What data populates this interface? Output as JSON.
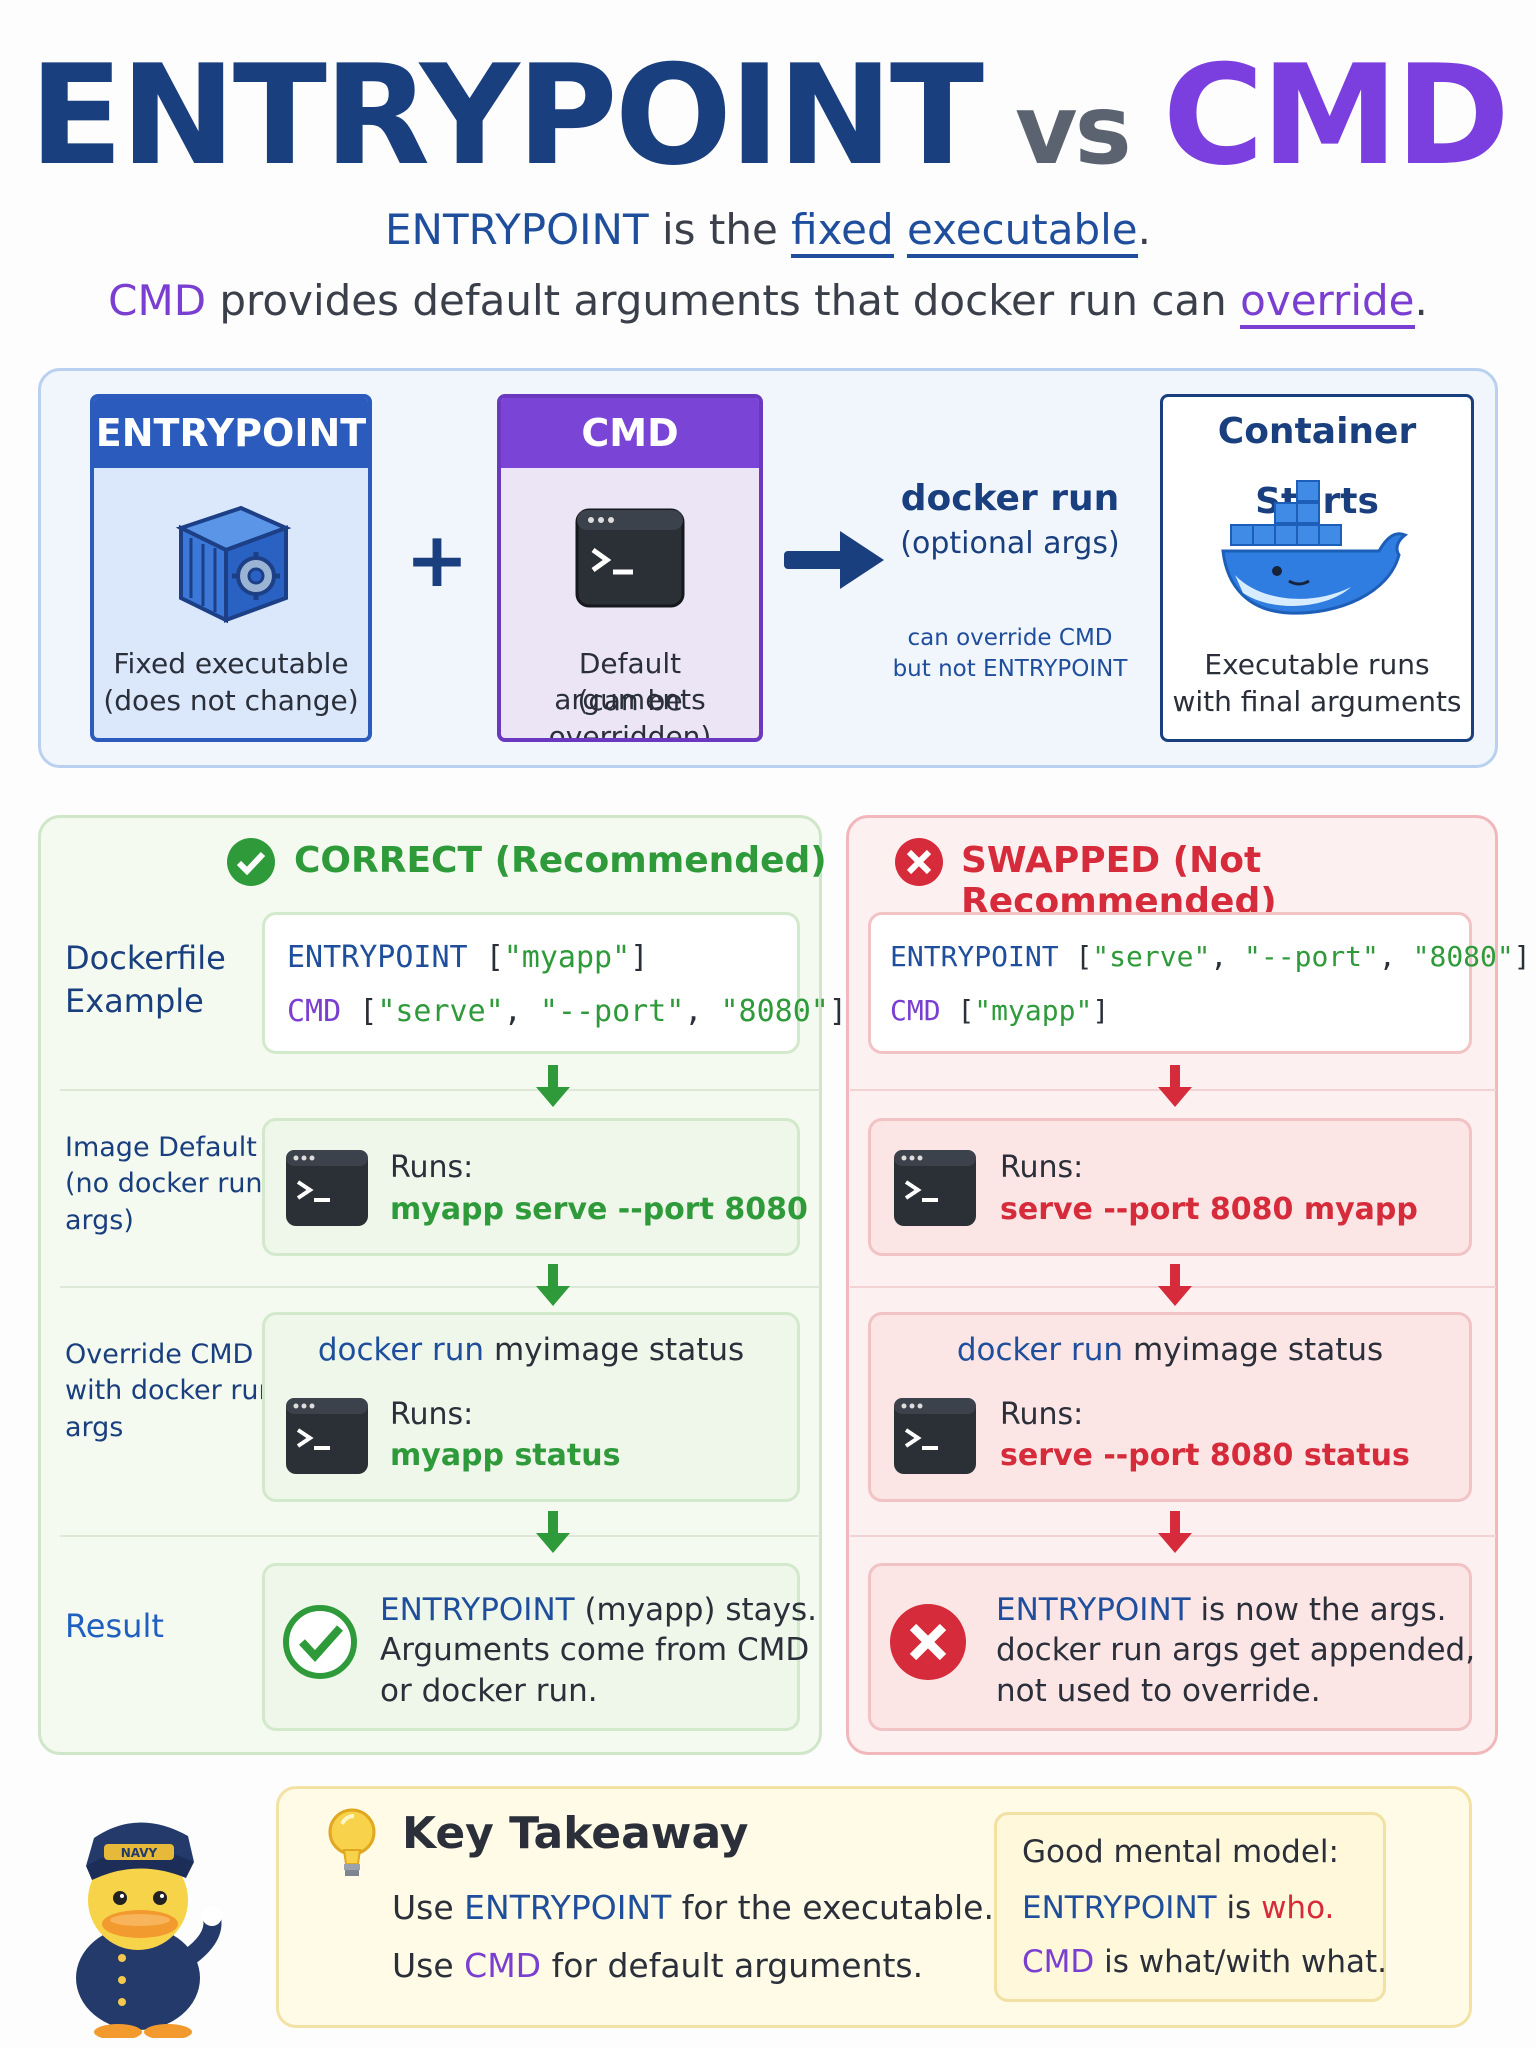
{
  "header": {
    "title_entry": "ENTRYPOINT",
    "title_vs": "vs",
    "title_cmd": "CMD",
    "line1": {
      "entry": "ENTRYPOINT",
      "is_the": "is the",
      "fixed": "fixed",
      "executable": "executable",
      "period": "."
    },
    "line2": {
      "cmd": "CMD",
      "text": "provides default arguments that docker run can",
      "override": "override",
      "period": "."
    }
  },
  "flow": {
    "entrypoint": {
      "title": "ENTRYPOINT",
      "caption_line1": "Fixed executable",
      "caption_line2": "(does not change)",
      "icon": "container-cube-icon"
    },
    "plus": "+",
    "cmd": {
      "title": "CMD",
      "caption_line1": "Default arguments",
      "caption_line2": "(can be overridden)",
      "icon": "terminal-icon"
    },
    "docker_run": {
      "title": "docker run",
      "subtitle": "(optional args)",
      "note_line1": "can override CMD",
      "note_line2": "but not ENTRYPOINT"
    },
    "container": {
      "title": "Container Starts",
      "caption_line1": "Executable runs",
      "caption_line2": "with final arguments",
      "icon": "docker-whale-icon"
    }
  },
  "row_labels": {
    "dockerfile": [
      "Dockerfile",
      "Example"
    ],
    "image_default": [
      "Image Default",
      "(no docker run",
      "args)"
    ],
    "override": [
      "Override CMD",
      "with docker run",
      "args"
    ],
    "result": "Result"
  },
  "correct": {
    "title": "CORRECT (Recommended)",
    "dockerfile": {
      "line1_kw": "ENTRYPOINT",
      "line1_open": "[",
      "line1_str": "\"myapp\"",
      "line1_close": "]",
      "line2_kw": "CMD",
      "line2_open": "[",
      "line2_s1": "\"serve\"",
      "line2_c1": ", ",
      "line2_s2": "\"--port\"",
      "line2_c2": ", ",
      "line2_s3": "\"8080\"",
      "line2_close": "]"
    },
    "default_runs_label": "Runs:",
    "default_runs": "myapp serve --port 8080",
    "override_cmd_kw": "docker run",
    "override_cmd_rest": "myimage status",
    "override_runs_label": "Runs:",
    "override_runs": "myapp status",
    "result_kw": "ENTRYPOINT",
    "result_l1": "(myapp) stays.",
    "result_l2": "Arguments come from CMD",
    "result_l3": "or docker run."
  },
  "swapped": {
    "title": "SWAPPED (Not Recommended)",
    "dockerfile": {
      "line1_kw": "ENTRYPOINT",
      "line1_open": "[",
      "line1_s1": "\"serve\"",
      "line1_c1": ", ",
      "line1_s2": "\"--port\"",
      "line1_c2": ", ",
      "line1_s3": "\"8080\"",
      "line1_close": "]",
      "line2_kw": "CMD",
      "line2_open": "[",
      "line2_str": "\"myapp\"",
      "line2_close": "]"
    },
    "default_runs_label": "Runs:",
    "default_runs": "serve --port 8080 myapp",
    "override_cmd_kw": "docker run",
    "override_cmd_rest": "myimage status",
    "override_runs_label": "Runs:",
    "override_runs": "serve --port 8080 status",
    "result_kw": "ENTRYPOINT",
    "result_l1": "is now the args.",
    "result_l2": "docker run args get appended,",
    "result_l3": "not used to override."
  },
  "takeaway": {
    "title": "Key Takeaway",
    "l1_pre": "Use",
    "l1_kw": "ENTRYPOINT",
    "l1_post": "for the executable.",
    "l2_pre": "Use",
    "l2_kw": "CMD",
    "l2_post": "for default arguments.",
    "model_title": "Good mental model:",
    "m1_kw": "ENTRYPOINT",
    "m1_mid": "is",
    "m1_end": "who.",
    "m2_kw": "CMD",
    "m2_end": "is what/with what.",
    "mascot_cap_text": "NAVY"
  },
  "colors": {
    "navy": "#1a3f7e",
    "purple": "#7a3fd1",
    "green": "#2e9a3a",
    "red": "#d62b3a"
  }
}
